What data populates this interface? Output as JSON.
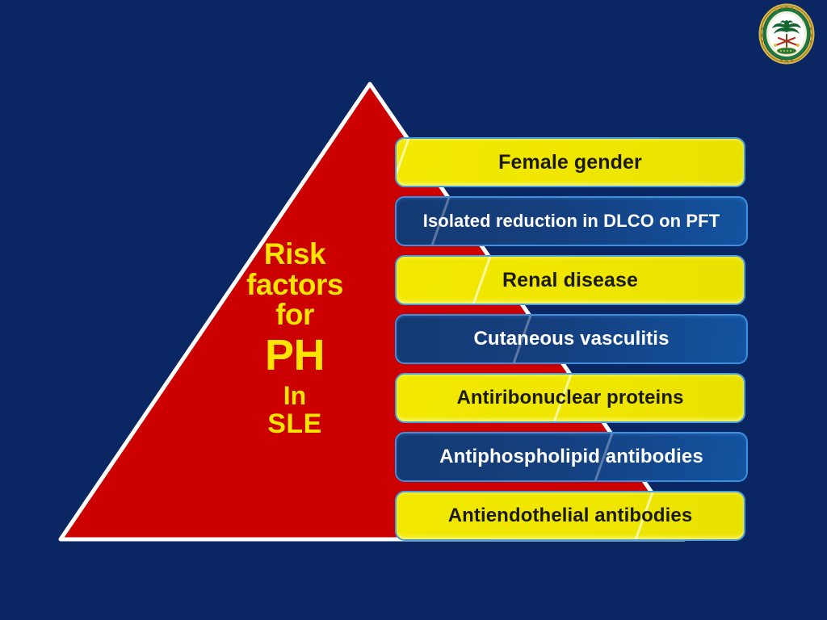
{
  "slide": {
    "background_color": "#0a2663",
    "accent_red": "#cc0000",
    "accent_yellow": "#efe600",
    "accent_blue": "#14407e",
    "label_color": "#ffe400"
  },
  "emblem": {
    "name": "institutional-emblem",
    "description": "Circular gold and green seal with palm tree and crossed swords",
    "ring_outer_color": "#c9a227",
    "ring_inner_color": "#1e7a3c",
    "field_color": "#ffffff",
    "palm_color": "#13662f",
    "sword_color": "#b03020"
  },
  "pyramid": {
    "label_line1": "Risk",
    "label_line2": "factors",
    "label_line3": "for",
    "label_line4": "PH",
    "label_line5": "In",
    "label_line6": "SLE",
    "fill_color": "#cc0000",
    "outline_color": "#ffffff"
  },
  "risk_factors": [
    {
      "text": "Female gender",
      "style": "yellow",
      "font_size": "25px"
    },
    {
      "text": "Isolated reduction in DLCO on PFT",
      "style": "blue",
      "font_size": "22px"
    },
    {
      "text": "Renal disease",
      "style": "yellow",
      "font_size": "25px"
    },
    {
      "text": "Cutaneous vasculitis",
      "style": "blue",
      "font_size": "24px"
    },
    {
      "text": "Antiribonuclear proteins",
      "style": "yellow",
      "font_size": "24px"
    },
    {
      "text": "Antiphospholipid antibodies",
      "style": "blue",
      "font_size": "24px"
    },
    {
      "text": "Antiendothelial antibodies",
      "style": "yellow",
      "font_size": "24px"
    }
  ]
}
